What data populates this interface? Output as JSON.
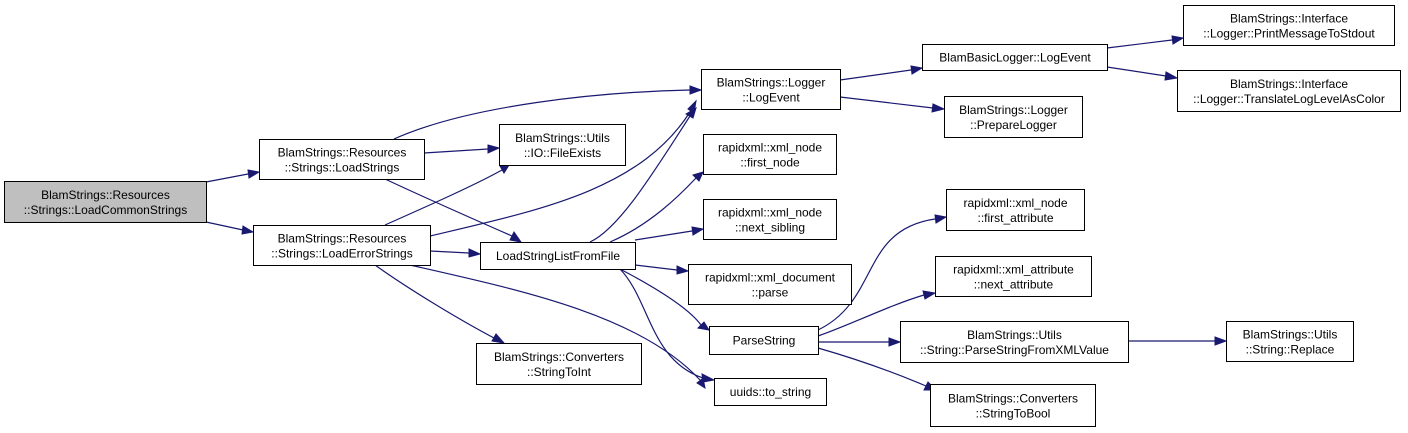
{
  "graph": {
    "nodes": [
      {
        "id": "load_common",
        "lines": [
          "BlamStrings::Resources",
          "::Strings::LoadCommonStrings"
        ],
        "root": true
      },
      {
        "id": "load_strings",
        "lines": [
          "BlamStrings::Resources",
          "::Strings::LoadStrings"
        ]
      },
      {
        "id": "load_error",
        "lines": [
          "BlamStrings::Resources",
          "::Strings::LoadErrorStrings"
        ]
      },
      {
        "id": "file_exists",
        "lines": [
          "BlamStrings::Utils",
          "::IO::FileExists"
        ]
      },
      {
        "id": "load_list",
        "lines": [
          "LoadStringListFromFile"
        ]
      },
      {
        "id": "logger_logevent",
        "lines": [
          "BlamStrings::Logger",
          "::LogEvent"
        ]
      },
      {
        "id": "basic_logevent",
        "lines": [
          "BlamBasicLogger::LogEvent"
        ]
      },
      {
        "id": "print_stdout",
        "lines": [
          "BlamStrings::Interface",
          "::Logger::PrintMessageToStdout"
        ]
      },
      {
        "id": "translate_color",
        "lines": [
          "BlamStrings::Interface",
          "::Logger::TranslateLogLevelAsColor"
        ]
      },
      {
        "id": "prepare_logger",
        "lines": [
          "BlamStrings::Logger",
          "::PrepareLogger"
        ]
      },
      {
        "id": "first_node",
        "lines": [
          "rapidxml::xml_node",
          "::first_node"
        ]
      },
      {
        "id": "next_sibling",
        "lines": [
          "rapidxml::xml_node",
          "::next_sibling"
        ]
      },
      {
        "id": "parse",
        "lines": [
          "rapidxml::xml_document",
          "::parse"
        ]
      },
      {
        "id": "parse_string",
        "lines": [
          "ParseString"
        ]
      },
      {
        "id": "first_attribute",
        "lines": [
          "rapidxml::xml_node",
          "::first_attribute"
        ]
      },
      {
        "id": "next_attribute",
        "lines": [
          "rapidxml::xml_attribute",
          "::next_attribute"
        ]
      },
      {
        "id": "parse_xml_value",
        "lines": [
          "BlamStrings::Utils",
          "::String::ParseStringFromXMLValue"
        ]
      },
      {
        "id": "replace",
        "lines": [
          "BlamStrings::Utils",
          "::String::Replace"
        ]
      },
      {
        "id": "string_to_bool",
        "lines": [
          "BlamStrings::Converters",
          "::StringToBool"
        ]
      },
      {
        "id": "string_to_int",
        "lines": [
          "BlamStrings::Converters",
          "::StringToInt"
        ]
      },
      {
        "id": "to_string",
        "lines": [
          "uuids::to_string"
        ]
      }
    ],
    "edges": [
      {
        "from": "load_common",
        "to": "load_strings"
      },
      {
        "from": "load_common",
        "to": "load_error"
      },
      {
        "from": "load_strings",
        "to": "logger_logevent"
      },
      {
        "from": "load_strings",
        "to": "file_exists"
      },
      {
        "from": "load_strings",
        "to": "load_list"
      },
      {
        "from": "load_error",
        "to": "logger_logevent"
      },
      {
        "from": "load_error",
        "to": "file_exists"
      },
      {
        "from": "load_error",
        "to": "load_list"
      },
      {
        "from": "load_error",
        "to": "string_to_int"
      },
      {
        "from": "load_error",
        "to": "to_string"
      },
      {
        "from": "load_list",
        "to": "logger_logevent"
      },
      {
        "from": "load_list",
        "to": "first_node"
      },
      {
        "from": "load_list",
        "to": "next_sibling"
      },
      {
        "from": "load_list",
        "to": "parse"
      },
      {
        "from": "load_list",
        "to": "parse_string"
      },
      {
        "from": "load_list",
        "to": "to_string"
      },
      {
        "from": "logger_logevent",
        "to": "basic_logevent"
      },
      {
        "from": "logger_logevent",
        "to": "prepare_logger"
      },
      {
        "from": "basic_logevent",
        "to": "print_stdout"
      },
      {
        "from": "basic_logevent",
        "to": "translate_color"
      },
      {
        "from": "parse_string",
        "to": "first_attribute"
      },
      {
        "from": "parse_string",
        "to": "next_attribute"
      },
      {
        "from": "parse_string",
        "to": "parse_xml_value"
      },
      {
        "from": "parse_string",
        "to": "string_to_bool"
      },
      {
        "from": "parse_xml_value",
        "to": "replace"
      }
    ]
  },
  "colors": {
    "edge": "#191970",
    "root_fill": "#bfbfbf",
    "node_fill": "#ffffff",
    "node_border": "#000000"
  }
}
